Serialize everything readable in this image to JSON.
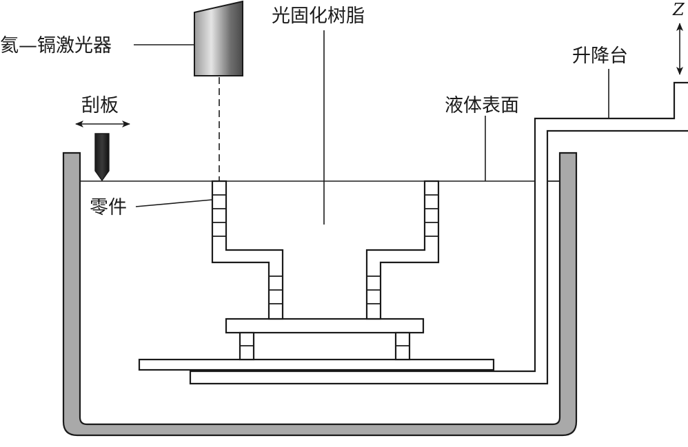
{
  "labels": {
    "laser": "氦—镉激光器",
    "resin": "光固化树脂",
    "platform": "升降台",
    "z_axis": "Z",
    "scraper": "刮板",
    "liquid_surface": "液体表面",
    "part": "零件"
  }
}
